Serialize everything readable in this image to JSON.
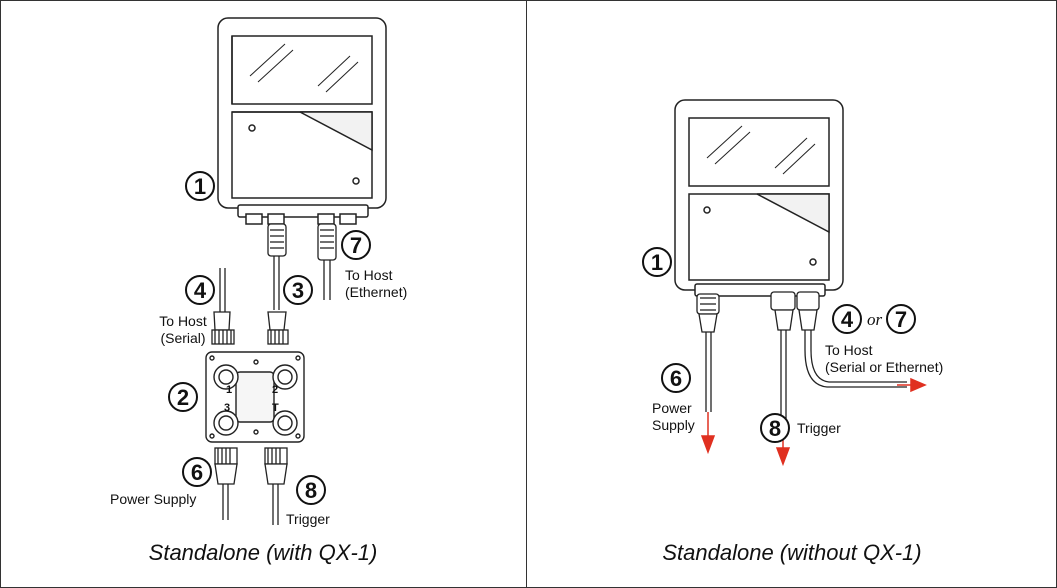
{
  "left": {
    "caption": "Standalone (with QX-1)",
    "callouts": {
      "c1": "1",
      "c2": "2",
      "c3": "3",
      "c4": "4",
      "c6": "6",
      "c7": "7",
      "c8": "8"
    },
    "qx_ports": {
      "p1": "1",
      "p2": "2",
      "p3": "3",
      "pt": "T"
    },
    "labels": {
      "to_host": "To Host",
      "ethernet": "(Ethernet)",
      "to_host_serial": "To Host",
      "serial": "(Serial)",
      "power_supply": "Power Supply",
      "trigger": "Trigger"
    }
  },
  "right": {
    "caption": "Standalone (without QX-1)",
    "callouts": {
      "c1": "1",
      "c4": "4",
      "c7": "7",
      "c6": "6",
      "c8": "8"
    },
    "or_text": "or",
    "labels": {
      "to_host": "To Host",
      "serial_or_ethernet": "(Serial or Ethernet)",
      "power": "Power",
      "supply": "Supply",
      "trigger": "Trigger"
    }
  },
  "colors": {
    "arrow": "#e03020",
    "line": "#222222"
  }
}
